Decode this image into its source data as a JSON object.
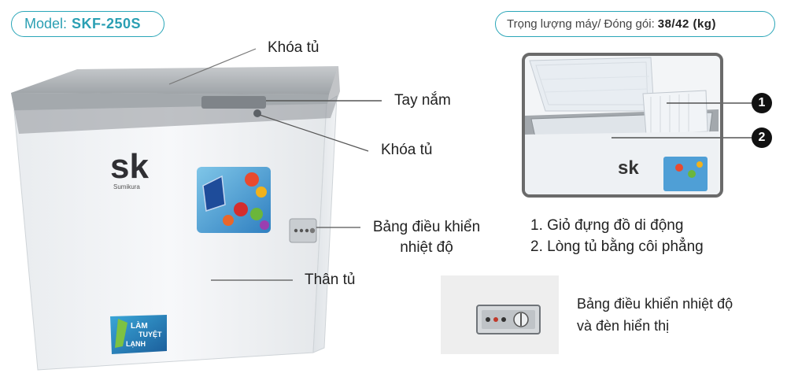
{
  "model": {
    "label": "Model:",
    "value": "SKF-250S"
  },
  "weight": {
    "label": "Trọng lượng máy/ Đóng gói:",
    "value": "38/42 (kg)"
  },
  "brand": {
    "logo": "sk",
    "sub": "Sumikura"
  },
  "sticker": {
    "line1": "LÀM",
    "line2": "LẠNH",
    "line3": "TUYỆT"
  },
  "callouts": {
    "lock_top": "Khóa tủ",
    "handle": "Tay nắm",
    "lock_side": "Khóa tủ",
    "control_line1": "Bảng điều khiển",
    "control_line2": "nhiệt độ",
    "body": "Thân tủ"
  },
  "inset": {
    "badges": [
      "1",
      "2"
    ],
    "features": [
      "1. Giỏ đựng đồ di động",
      "2. Lòng tủ bằng côi phẳng"
    ]
  },
  "control_panel": {
    "line1": "Bảng điều khiển nhiệt độ",
    "line2": "và đèn hiển thị"
  },
  "colors": {
    "accent": "#2aa6b8",
    "lid_gray": "#a9adb1",
    "body_white": "#f4f6f8",
    "badge_black": "#111111"
  }
}
